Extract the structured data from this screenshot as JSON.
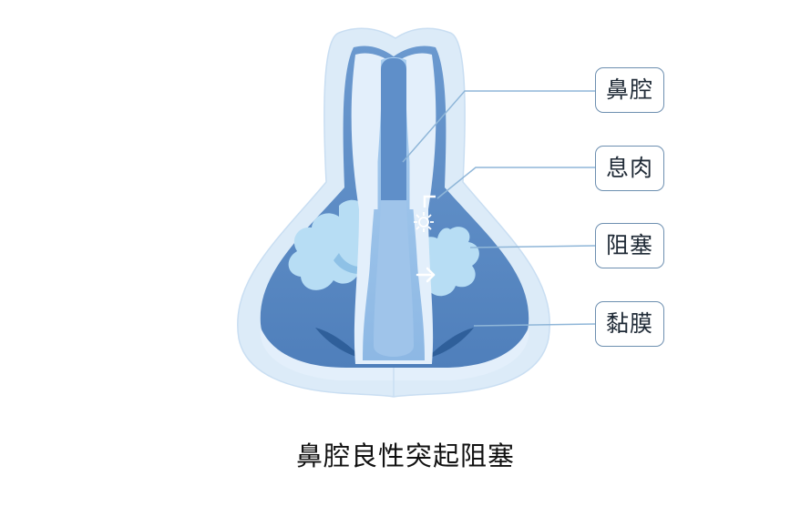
{
  "labels": [
    {
      "id": "nasal-cavity",
      "text": "鼻腔"
    },
    {
      "id": "polyp",
      "text": "息肉"
    },
    {
      "id": "obstruction",
      "text": "阻塞"
    },
    {
      "id": "mucosa",
      "text": "黏膜"
    }
  ],
  "caption": "鼻腔良性突起阻塞",
  "colors": {
    "outer_shell": "#dcebf8",
    "nasal_cavity": "#5f8fc9",
    "septum_and_nostrils": "#e3effb",
    "inner_passage": "#9fc4ea",
    "polyp": "#b7ddf4",
    "leader_line": "#8fb6d8",
    "label_border": "#6d8fb0"
  },
  "icons": [
    "sparkle-icon",
    "arrow-right-icon",
    "corner-bracket-icon"
  ]
}
